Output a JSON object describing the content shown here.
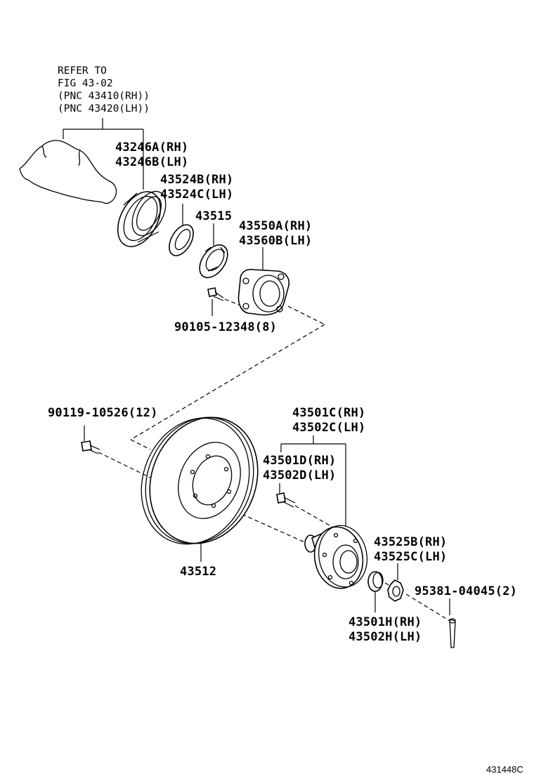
{
  "reference": {
    "line1": "REFER TO",
    "line2": "FIG 43-02",
    "line3": "(PNC 43410(RH))",
    "line4": "(PNC 43420(LH))"
  },
  "parts": {
    "dust_deflector": {
      "rh": "43246A(RH)",
      "lh": "43246B(LH)"
    },
    "oil_seal": {
      "rh": "43524B(RH)",
      "lh": "43524C(LH)"
    },
    "bearing": {
      "pn": "43515"
    },
    "knuckle_housing": {
      "rh": "43550A(RH)",
      "lh": "43560B(LH)"
    },
    "knuckle_bolt": {
      "pn": "90105-12348(8)"
    },
    "rotor_bolt": {
      "pn": "90119-10526(12)"
    },
    "hub_assy": {
      "rh": "43501C(RH)",
      "lh": "43502C(LH)"
    },
    "hub_bolt": {
      "rh": "43501D(RH)",
      "lh": "43502D(LH)"
    },
    "disc_rotor": {
      "pn": "43512"
    },
    "lock_nut": {
      "rh": "43525B(RH)",
      "lh": "43525C(LH)"
    },
    "cotter_pin": {
      "pn": "95381-04045(2)"
    },
    "spacer": {
      "rh": "43501H(RH)",
      "lh": "43502H(LH)"
    }
  },
  "figure_code": "431448C"
}
